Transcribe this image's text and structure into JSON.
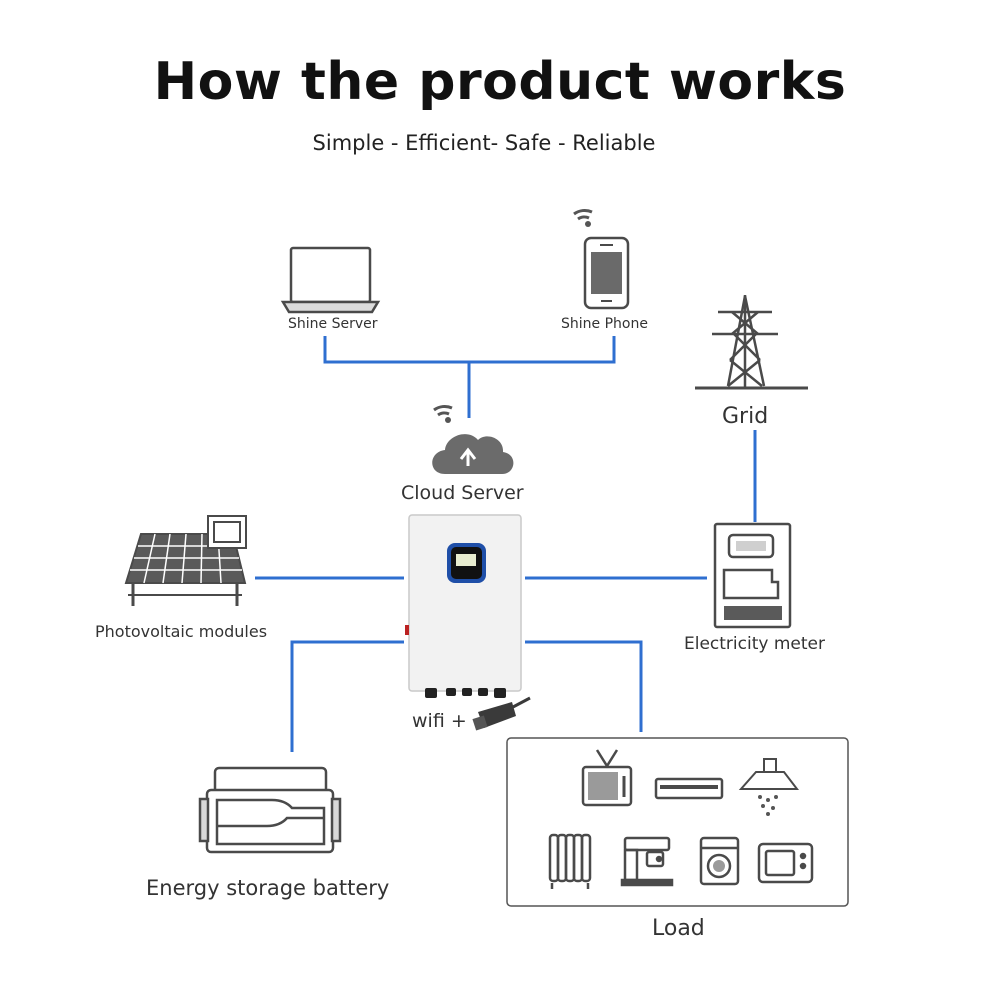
{
  "title": "How the product works",
  "subtitle": "Simple - Efficient- Safe - Reliable",
  "nodes": {
    "shine_server": "Shine Server",
    "shine_phone": "Shine Phone",
    "cloud_server": "Cloud Server",
    "grid": "Grid",
    "pv_modules": "Photovoltaic modules",
    "electricity_meter": "Electricity meter",
    "wifi": "wifi +",
    "battery": "Energy storage battery",
    "load": "Load"
  },
  "colors": {
    "connector": "#2f6fd0",
    "icon_stroke": "#4a4a4a",
    "inverter_body": "#f2f2f2",
    "inverter_screen_bezel": "#1f4fa8"
  },
  "icons": [
    "laptop-icon",
    "smartphone-icon",
    "wifi-icon",
    "cloud-upload-icon",
    "transmission-tower-icon",
    "solar-panel-icon",
    "inverter-icon",
    "electricity-meter-icon",
    "usb-dongle-icon",
    "battery-icon",
    "tv-icon",
    "air-conditioner-icon",
    "range-hood-icon",
    "oil-heater-icon",
    "coffee-machine-icon",
    "washing-machine-icon",
    "microwave-icon"
  ]
}
